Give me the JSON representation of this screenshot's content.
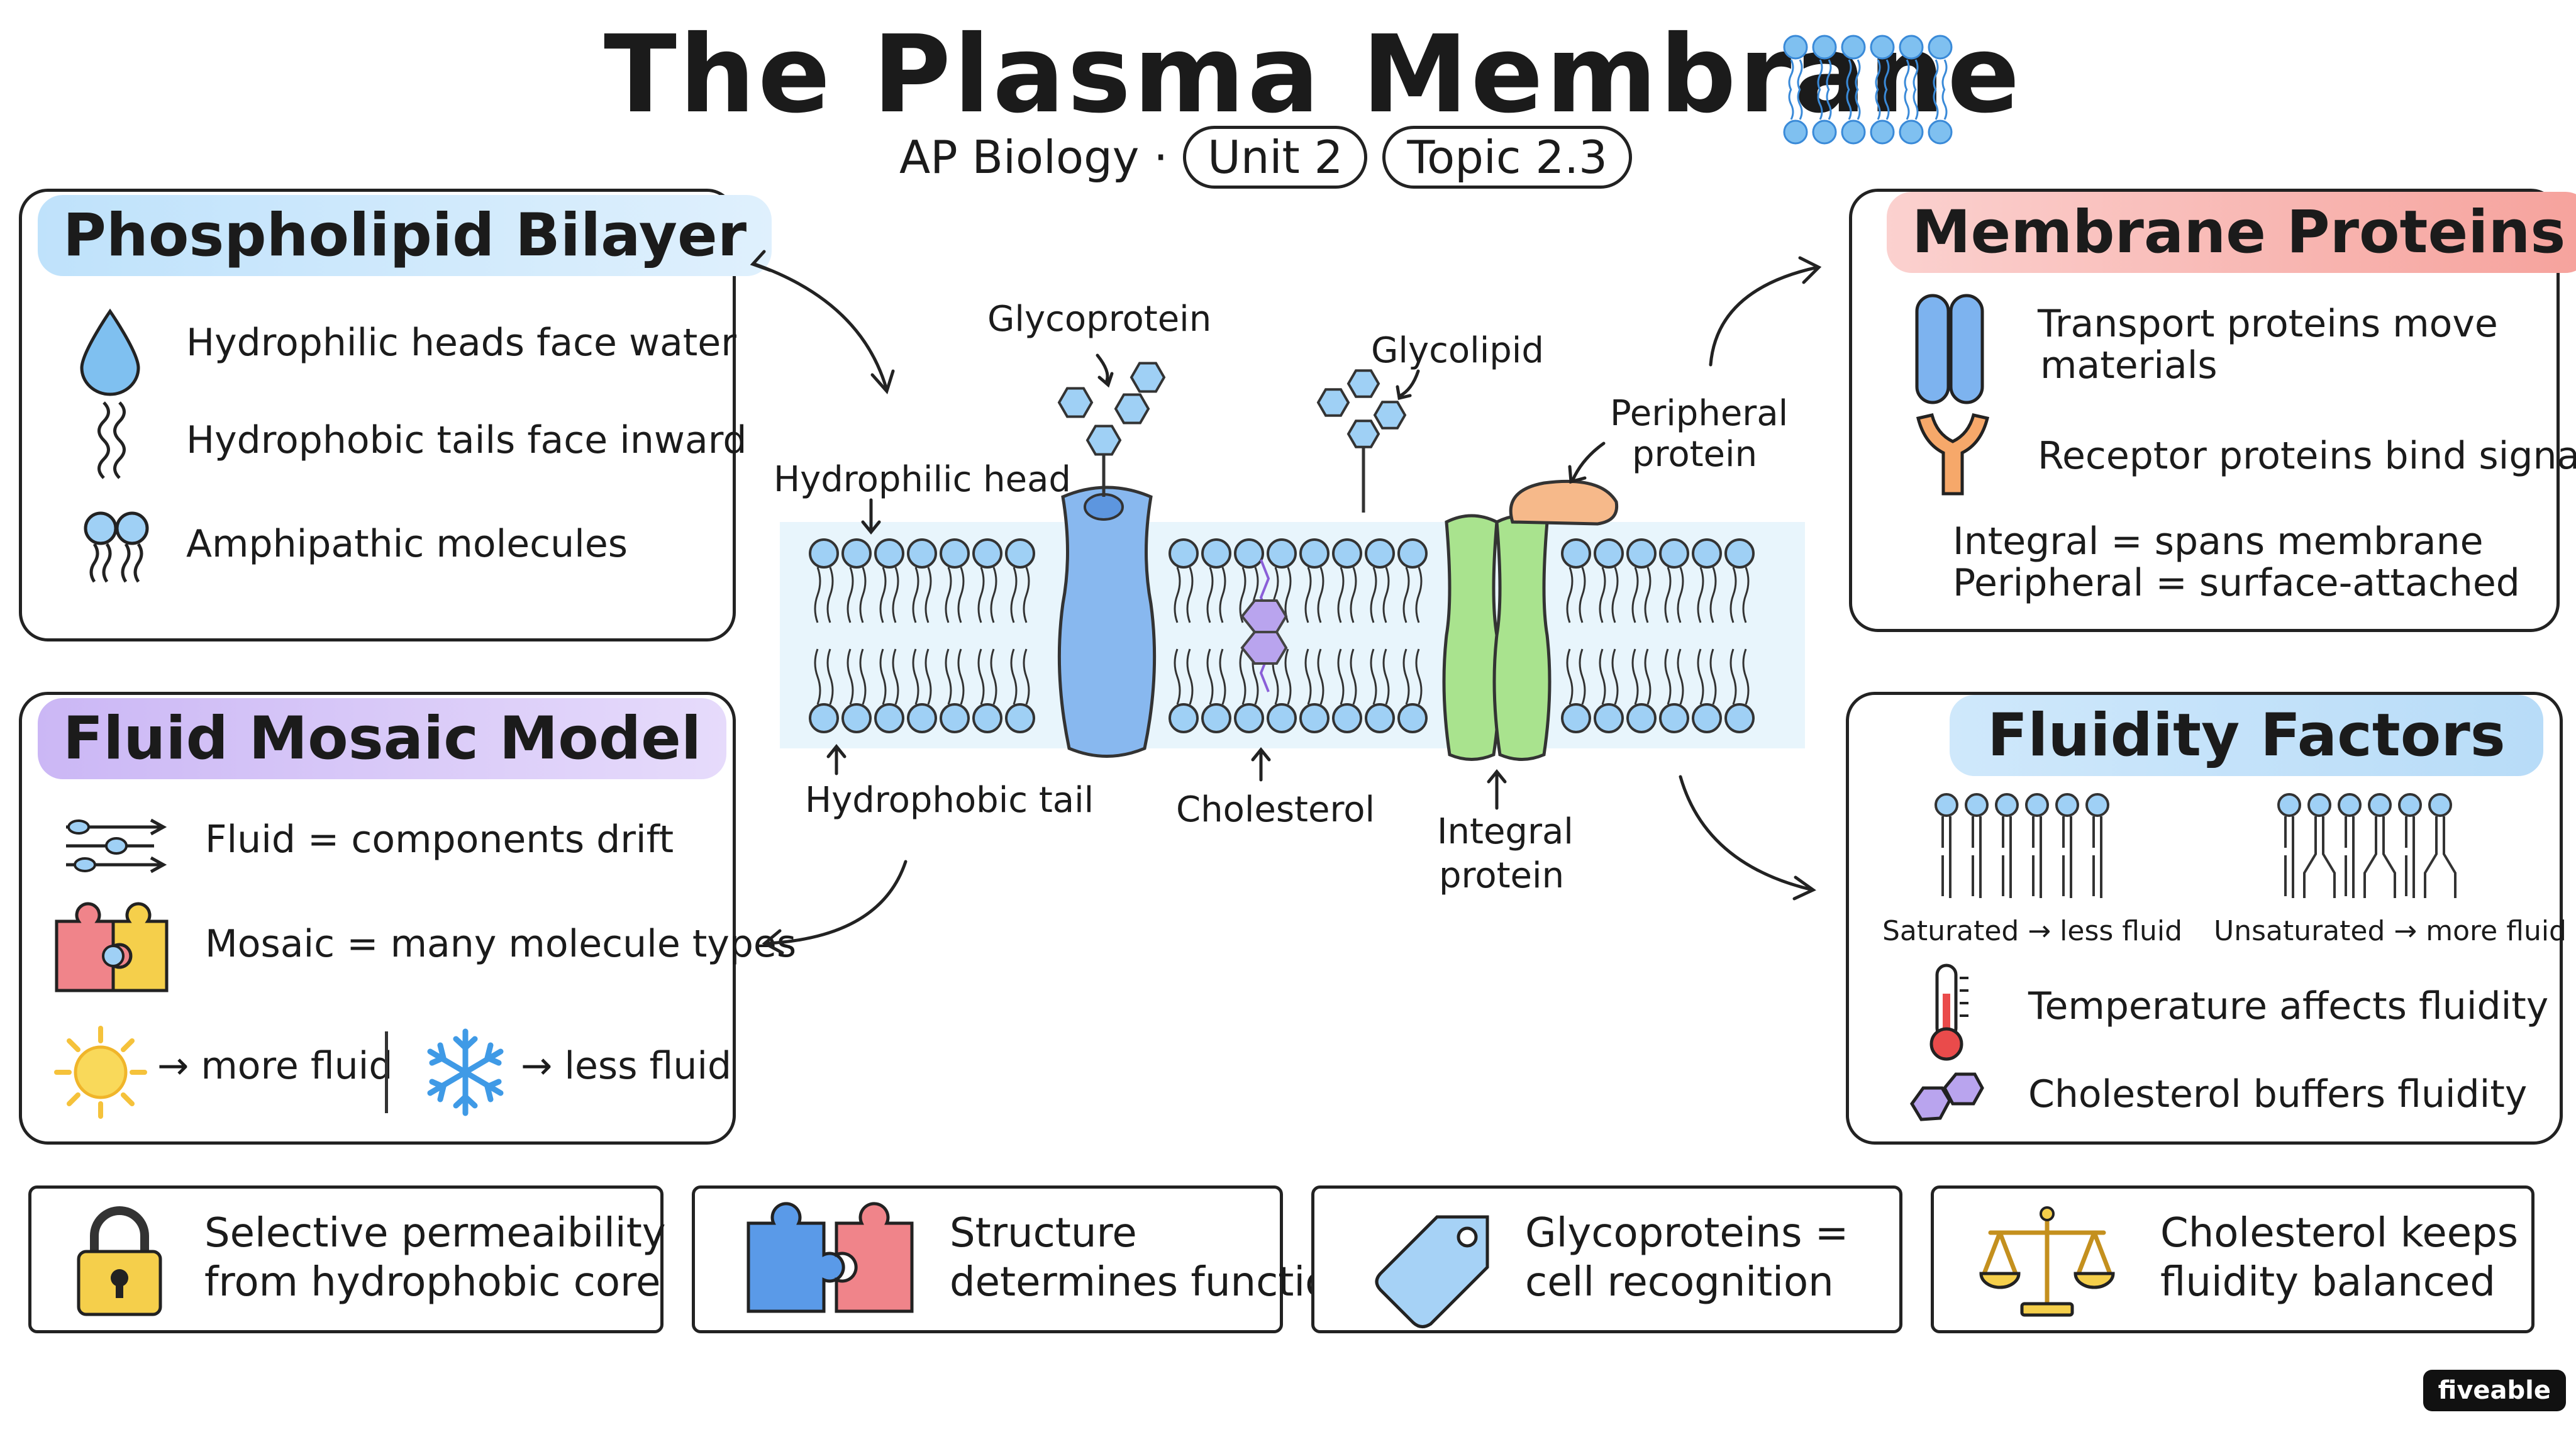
{
  "header": {
    "title": "The Plasma Membrane",
    "subject": "AP Biology ·",
    "unit": "Unit 2",
    "topic": "Topic 2.3"
  },
  "bilayer_panel": {
    "title": "Phospholipid Bilayer",
    "items": [
      "Hydrophilic heads face water",
      "Hydrophobic tails face inward",
      "Amphipathic molecules"
    ]
  },
  "fluid_panel": {
    "title": "Fluid Mosaic Model",
    "items": [
      "Fluid = components drift",
      "Mosaic = many molecule types"
    ],
    "warm": "→ more fluid",
    "cold": "→ less fluid"
  },
  "proteins_panel": {
    "title": "Membrane Proteins",
    "items": [
      "Transport proteins move",
      "materials",
      "Receptor proteins bind signals"
    ],
    "integral": "Integral = spans membrane",
    "peripheral": "Peripheral = surface-attached"
  },
  "fluidity_panel": {
    "title": "Fluidity Factors",
    "saturated": "Saturated → less fluid",
    "unsaturated": "Unsaturated → more fluid",
    "items": [
      "Temperature affects fluidity",
      "Cholesterol buffers fluidity"
    ]
  },
  "diagram_labels": {
    "glycoprotein": "Glycoprotein",
    "glycolipid": "Glycolipid",
    "peripheral_1": "Peripheral",
    "peripheral_2": "protein",
    "head": "Hydrophilic head",
    "tail": "Hydrophobic tail",
    "cholesterol": "Cholesterol",
    "integral_1": "Integral",
    "integral_2": "protein"
  },
  "footer": [
    {
      "line1": "Selective permeaibility",
      "line2": "from hydrophobic core"
    },
    {
      "line1": "Structure",
      "line2": "determines function"
    },
    {
      "line1": "Glycoproteins =",
      "line2": "cell recognition"
    },
    {
      "line1": "Cholesterol keeps",
      "line2": "fluidity balanced"
    }
  ],
  "brand": "fiveable",
  "colors": {
    "blue": "#9fd0f5",
    "green": "#a9e38e",
    "purple": "#b9a4ee",
    "orange": "#f6b98a",
    "red": "#f0848a",
    "yellow": "#f5cf4b"
  }
}
